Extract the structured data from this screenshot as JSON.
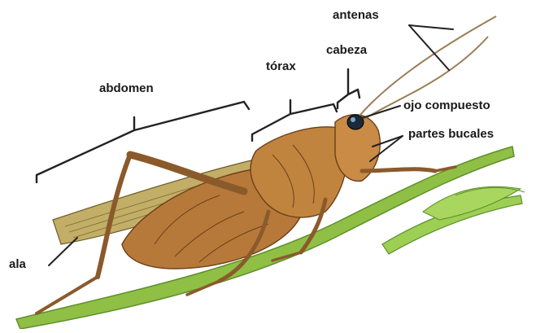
{
  "labels": {
    "antenas": "antenas",
    "cabeza": "cabeza",
    "torax": "tórax",
    "abdomen": "abdomen",
    "ojo": "ojo compuesto",
    "partes": "partes bucales",
    "ala": "ala"
  },
  "colors": {
    "body": "#b7793a",
    "body_dark": "#6b3f1a",
    "wing": "#b9a55e",
    "leaf": "#8fbf45",
    "leaf_dark": "#5e8f2a",
    "eye": "#1b2a3a",
    "line": "#222222"
  }
}
